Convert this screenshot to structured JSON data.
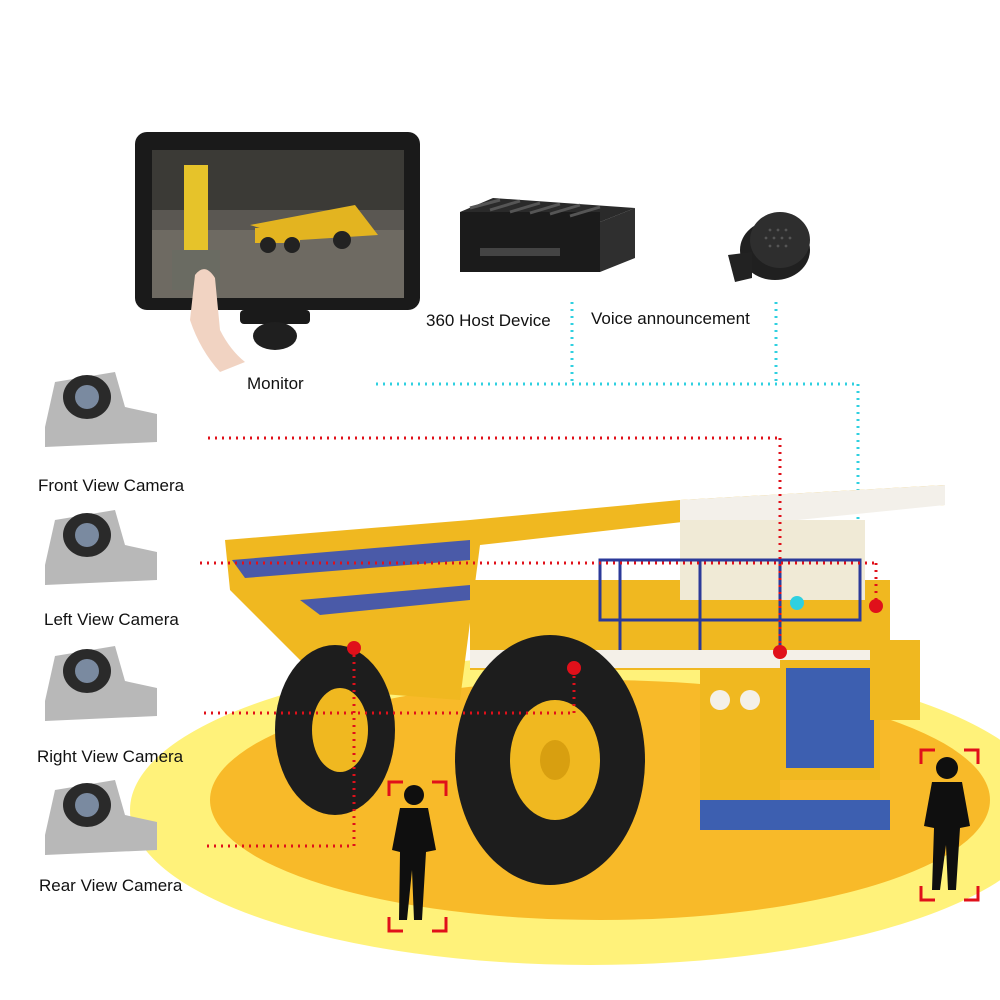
{
  "components": {
    "monitor": {
      "label": "Monitor",
      "icon": "touchscreen-monitor-icon"
    },
    "host": {
      "label": "360 Host Device",
      "icon": "host-box-icon"
    },
    "voice": {
      "label": "Voice announcement",
      "icon": "speaker-icon"
    }
  },
  "cameras": [
    {
      "label": "Front View Camera",
      "icon": "camera-icon"
    },
    {
      "label": "Left View Camera",
      "icon": "camera-icon"
    },
    {
      "label": "Right View Camera",
      "icon": "camera-icon"
    },
    {
      "label": "Rear View Camera",
      "icon": "camera-icon"
    }
  ],
  "colors": {
    "camera_link": "#e0101a",
    "device_link": "#2fd0e0",
    "truck_body": "#f0b820",
    "truck_stripe": "#4a5aa8",
    "zone_outer": "#fff27a",
    "zone_inner": "#f7b420",
    "detect_corner": "#e0101a"
  }
}
